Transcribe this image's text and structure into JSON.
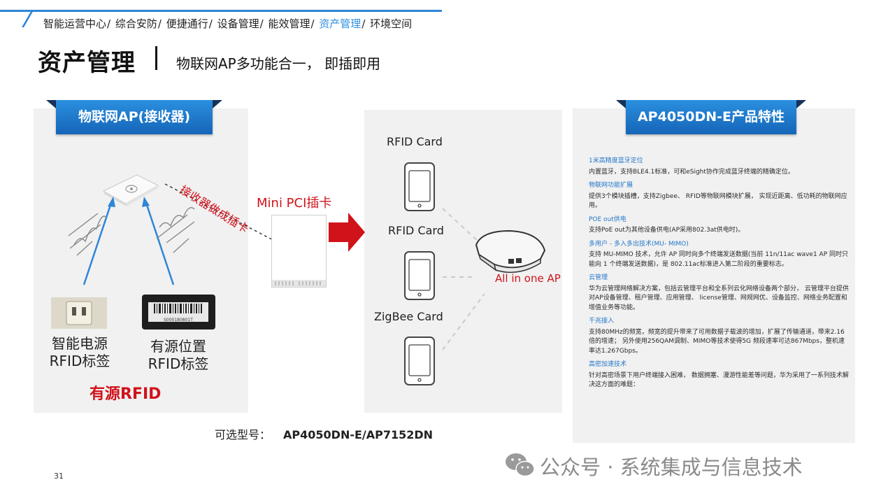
{
  "header": {
    "breadcrumbs": [
      "智能运营中心",
      "综合安防",
      "便捷通行",
      "设备管理",
      "能效管理",
      "资产管理",
      "环境空间"
    ],
    "active_index": 5,
    "title": "资产管理",
    "subtitle": "物联网AP多功能合一， 即插即用"
  },
  "left_panel": {
    "ribbon": "物联网AP(接收器)",
    "arrow_label": "接收器做成插卡",
    "tag1_label": [
      "智能电源",
      "RFID标签"
    ],
    "tag2_label": [
      "有源位置",
      "RFID标签"
    ],
    "footer": "有源RFID",
    "barcode_text": "S000180801T"
  },
  "middle": {
    "mini_pci": "Mini  PCI插卡",
    "cards": [
      "RFID Card",
      "RFID Card",
      "ZigBee Card"
    ],
    "allinone": "All in one AP"
  },
  "right_panel": {
    "ribbon": "AP4050DN-E产品特性",
    "features": [
      {
        "title": "1米高精度蓝牙定位",
        "body": "内置蓝牙，支持BLE4.1标准，可和eSight协作完成蓝牙终端的精确定位。"
      },
      {
        "title": "物联网功能扩展",
        "body": "提供3个模块插槽，支持Zigbee、 RFID等物联网模块扩展，  实现近距离、低功耗的物联网应用。"
      },
      {
        "title": "POE  out供电",
        "body": "支持PoE out为其他设备供电(AP采用802.3at供电时)。"
      },
      {
        "title": "多用户 - 多入多出技术(MU- MIMO)",
        "body": "支持 MU-MIMO 技术，允许 AP 同时向多个终端发送数据(当前  11n/11ac wave1 AP 同时只能向 1 个终端发送数据)，是 802.11ac标准进入第二阶段的重要标志。"
      },
      {
        "title": "云管理",
        "body": "华为云管理网络解决方案，包括云管理平台和全系列云化网络设备两个部分，  云管理平台提供对AP设备管理、租户管理、应用管理、   license管理、网规网优、设备监控、网络业务配置和增值业务等功能。"
      },
      {
        "title": "千兆接入",
        "body": "支持80MHz的频宽，频宽的提升带来了可用数据子载波的增加，扩展了传输通道，带来2.16倍的增速；   另外使用256QAM调制、MIMO等技术使得5G 频段速率可达867Mbps，整机速率达1.267Gbps。"
      },
      {
        "title": "高密加速技术",
        "body": "针对高密场景下用户终端接入困难，  数据拥塞、漫游性能差等问题，华为采用了一系列技术解决这方面的难题："
      }
    ]
  },
  "footer": {
    "model_label": "可选型号：",
    "model_value": "AP4050DN-E/AP7152DN",
    "page_number": "31",
    "watermark": "公众号 · 系统集成与信息技术"
  }
}
